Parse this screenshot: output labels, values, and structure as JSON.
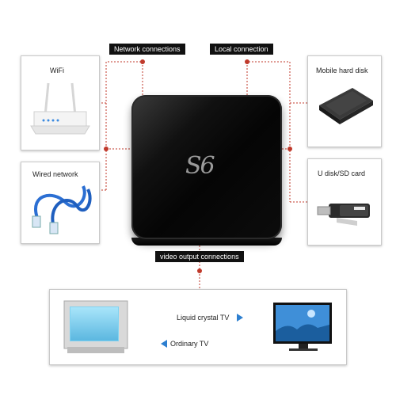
{
  "labels": {
    "network": "Network connections",
    "local": "Local connection",
    "video": "video output connections"
  },
  "boxes": {
    "wifi": "WiFi",
    "wired": "Wired network",
    "mobile_disk": "Mobile hard disk",
    "usb": "U disk/SD card"
  },
  "device": {
    "logo": "S6"
  },
  "video": {
    "lcd_tv": "Liquid crystal TV",
    "ordinary_tv": "Ordinary TV"
  },
  "colors": {
    "connector": "#c0392b",
    "arrow": "#2d7fd0"
  }
}
